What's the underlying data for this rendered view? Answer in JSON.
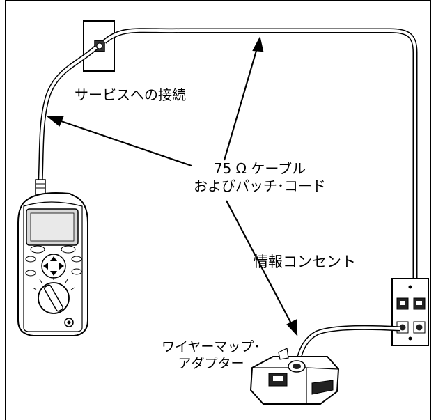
{
  "labels": {
    "service_connection": "サービスへの接続",
    "cable_line1": "75 Ω ケーブル",
    "cable_line2": "およびパッチ･コード",
    "info_outlet": "情報コンセント",
    "adapter_line1": "ワイヤーマップ･",
    "adapter_line2": "アダプター"
  },
  "colors": {
    "line": "#000000",
    "device_body": "#ffffff",
    "screen": "#d9d9d9",
    "jack": "#222222"
  }
}
